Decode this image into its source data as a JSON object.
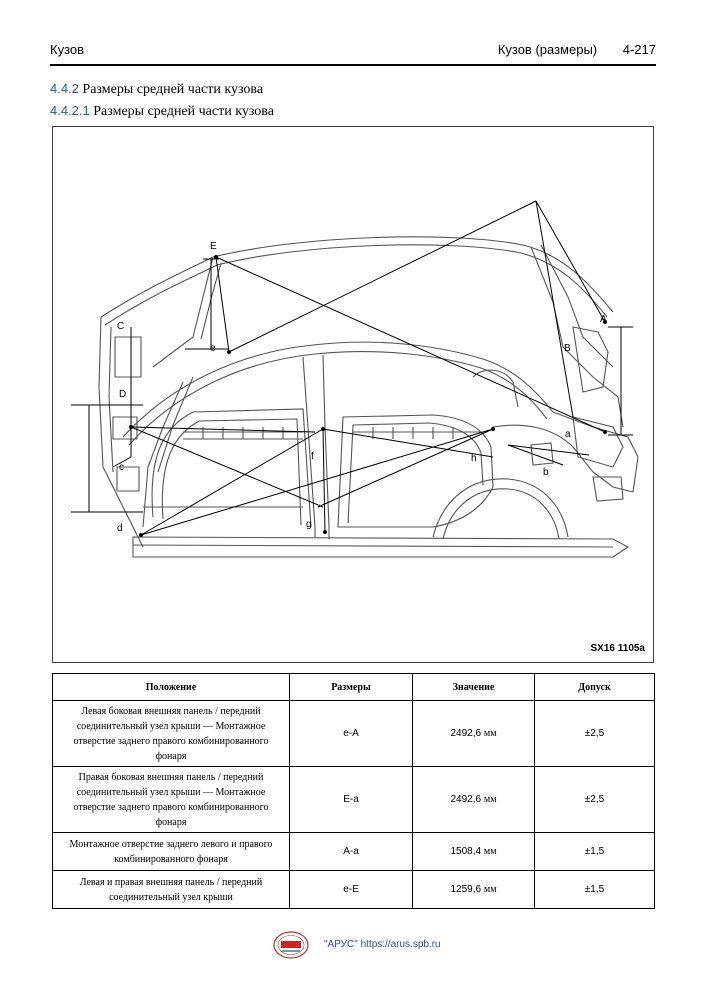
{
  "header": {
    "section": "Кузов",
    "subsection": "Кузов (размеры)",
    "page": "4-217"
  },
  "headings": [
    {
      "number": "4.4.2",
      "text": "Размеры средней части кузова"
    },
    {
      "number": "4.4.2.1",
      "text": "Размеры средней части кузова"
    }
  ],
  "figure": {
    "code": "SX16 1105a",
    "labels": [
      "E",
      "e",
      "C",
      "D",
      "c",
      "d",
      "f",
      "g",
      "h",
      "A",
      "B",
      "a",
      "b"
    ]
  },
  "table": {
    "columns": [
      "Положение",
      "Размеры",
      "Значение",
      "Допуск"
    ],
    "rows": [
      {
        "position": "Левая боковая внешняя панель / передний соединительный узел крыши — Монтажное отверстие заднего правого комбинированного фонаря",
        "size": "e-A",
        "value": "2492,6",
        "unit": "мм",
        "tolerance": "±2,5"
      },
      {
        "position": "Правая боковая внешняя панель / передний соединительный узел крыши — Монтажное отверстие заднего правого комбинированного фонаря",
        "size": "E-a",
        "value": "2492,6",
        "unit": "мм",
        "tolerance": "±2,5"
      },
      {
        "position": "Монтажное отверстие заднего левого и правого комбинированного фонаря",
        "size": "A-a",
        "value": "1508,4",
        "unit": "мм",
        "tolerance": "±1,5"
      },
      {
        "position": "Левая и правая внешняя панель / передний соединительный узел крыши",
        "size": "e-E",
        "value": "1259,6",
        "unit": "мм",
        "tolerance": "±1,5"
      }
    ]
  },
  "footer": {
    "text": "\"АРУС\" https://arus.spb.ru"
  }
}
